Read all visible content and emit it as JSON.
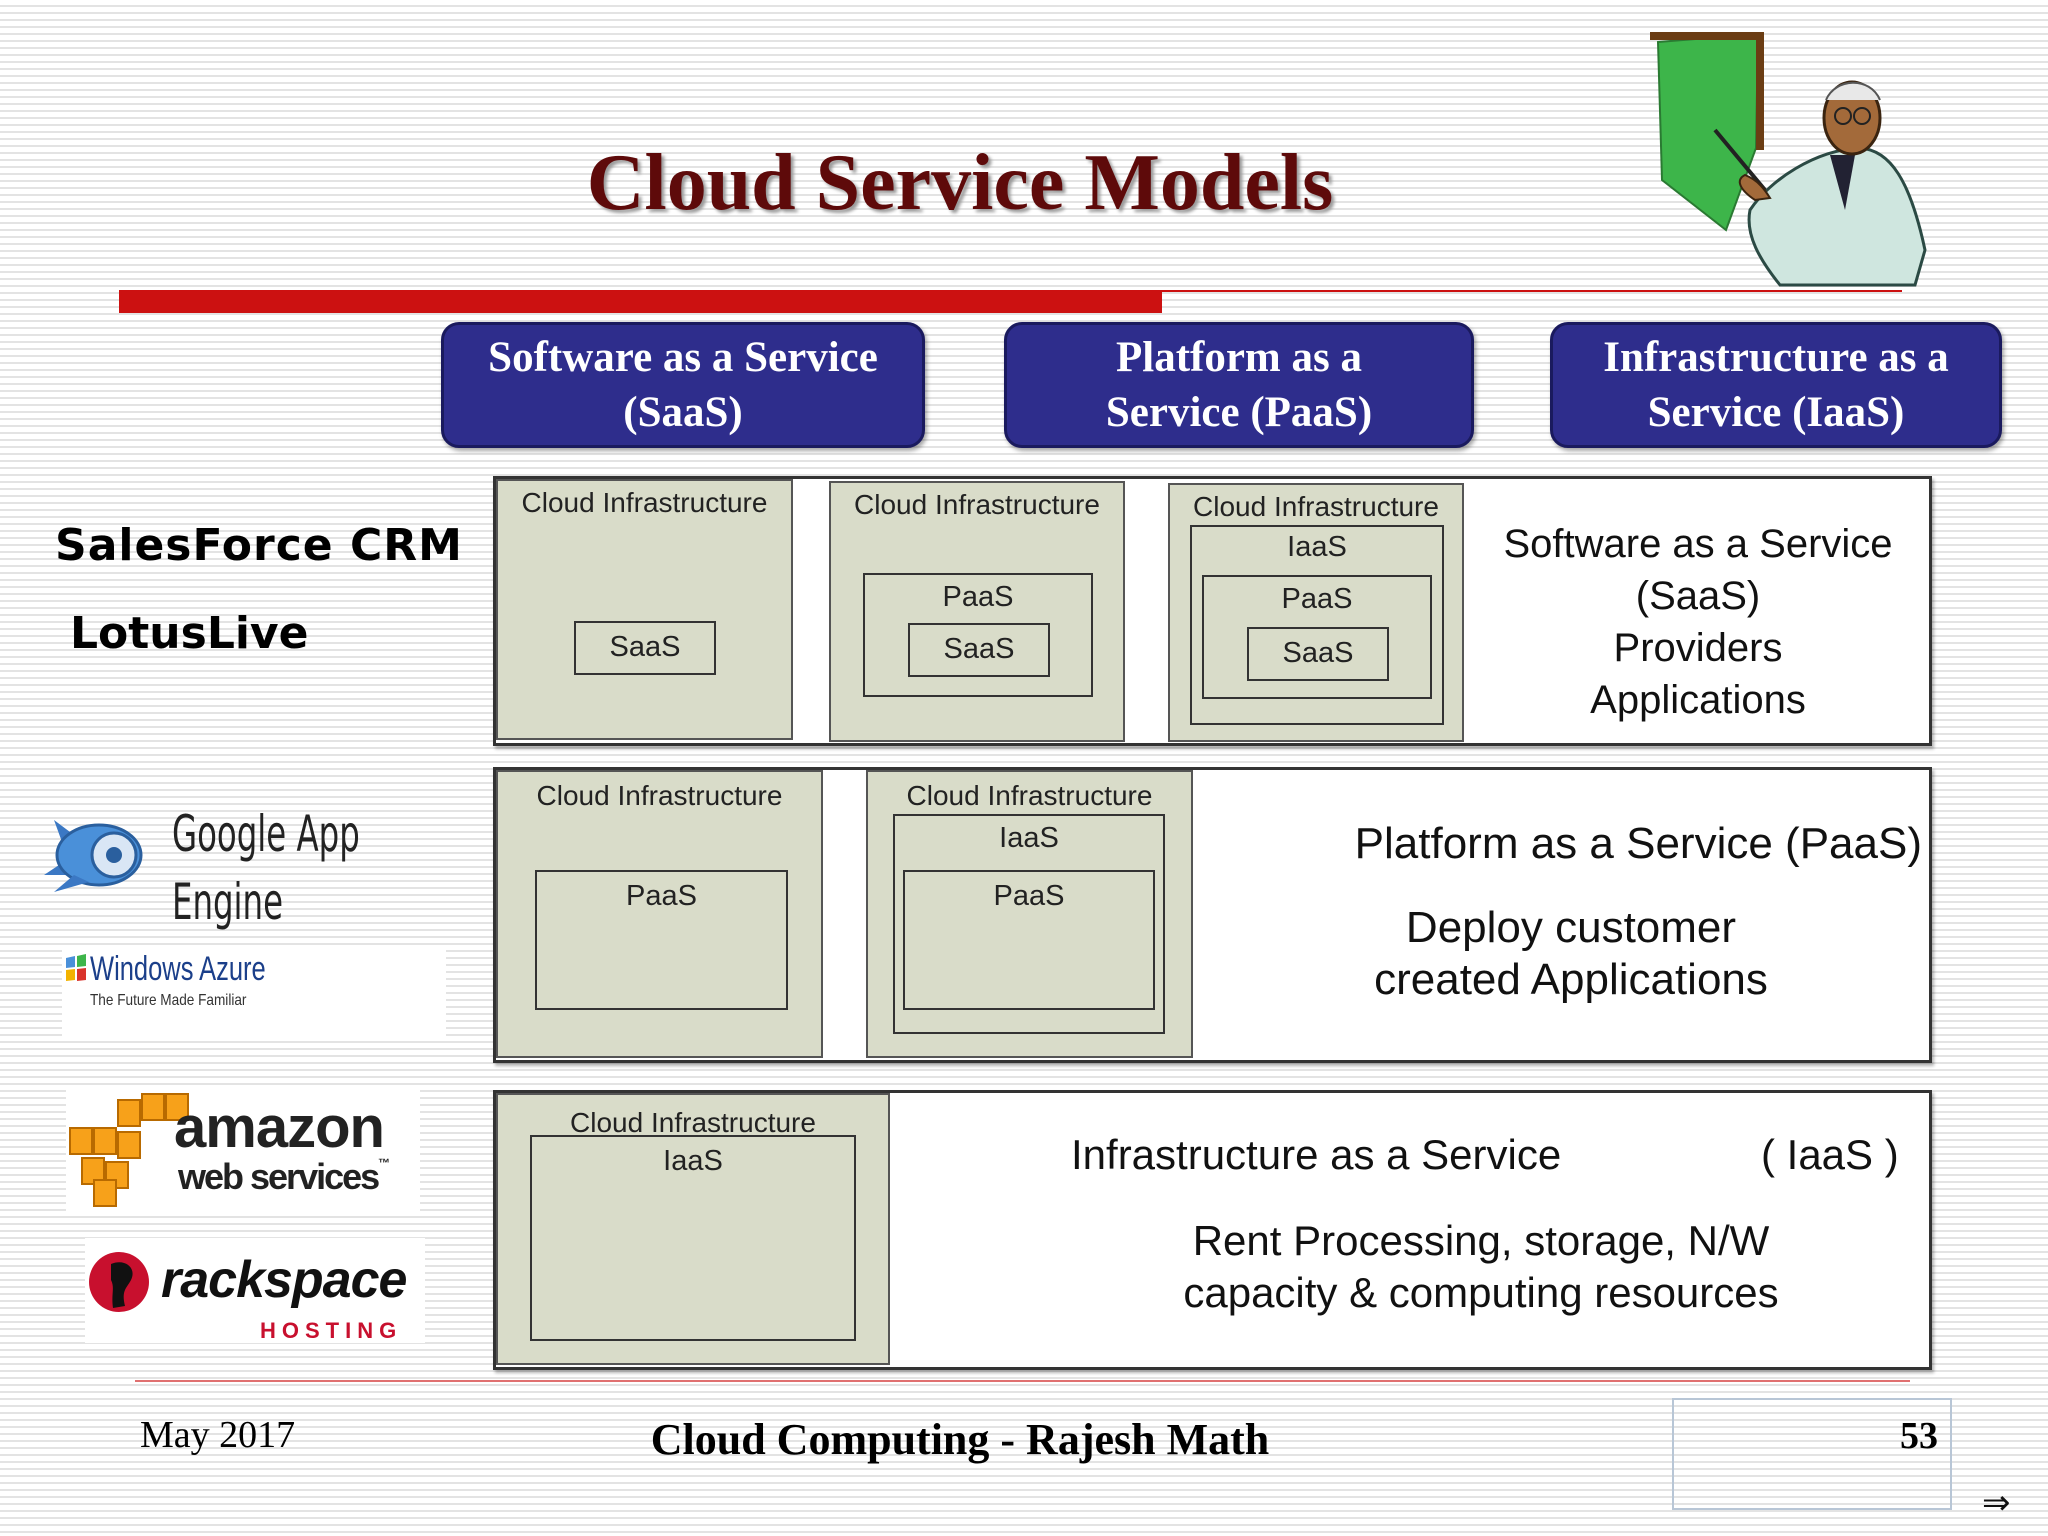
{
  "slide": {
    "title": "Cloud Service Models",
    "footer": {
      "date": "May 2017",
      "center": "Cloud Computing - Rajesh Math",
      "page": "53",
      "arrow": "⇒"
    }
  },
  "headers": [
    {
      "label": "Software as a Service\n(SaaS)"
    },
    {
      "label": "Platform as a\nService (PaaS)"
    },
    {
      "label": "Infrastructure as a\nService (IaaS)"
    }
  ],
  "left_logos": {
    "salesforce": "SalesForce CRM",
    "lotuslive": "LotusLive",
    "google_app_engine": [
      "Google App",
      "Engine"
    ],
    "windows_azure": "Windows Azure",
    "windows_azure_tag": "The Future Made Familiar",
    "amazon": "amazon",
    "amazon_sub": "web services",
    "amazon_tm": "™",
    "rackspace": "rackspace",
    "rackspace_sub": "HOSTING"
  },
  "rows": {
    "saas": {
      "cells": [
        {
          "caption": "Cloud Infrastructure",
          "inner": "SaaS"
        },
        {
          "caption": "Cloud Infrastructure",
          "mid": "PaaS",
          "inner": "SaaS"
        },
        {
          "caption": "Cloud Infrastructure",
          "outer": "IaaS",
          "mid": "PaaS",
          "inner": "SaaS"
        }
      ],
      "desc": [
        "Software as a Service",
        "(SaaS)",
        "Providers",
        "Applications"
      ]
    },
    "paas": {
      "cells": [
        {
          "caption": "Cloud Infrastructure",
          "inner": "PaaS"
        },
        {
          "caption": "Cloud Infrastructure",
          "outer": "IaaS",
          "inner": "PaaS"
        }
      ],
      "desc": [
        "Platform as a Service (PaaS)",
        "Deploy customer",
        "created Applications"
      ]
    },
    "iaas": {
      "cells": [
        {
          "caption": "Cloud Infrastructure",
          "inner": "IaaS"
        }
      ],
      "desc": [
        "Infrastructure as a Service",
        "( IaaS )",
        "Rent Processing, storage, N/W",
        "capacity &  computing resources"
      ]
    }
  },
  "colors": {
    "title": "#5e0a0a",
    "header_fill": "#2e2d8c",
    "cell_fill": "#d9dcc9",
    "accent_red": "#cc1111"
  }
}
